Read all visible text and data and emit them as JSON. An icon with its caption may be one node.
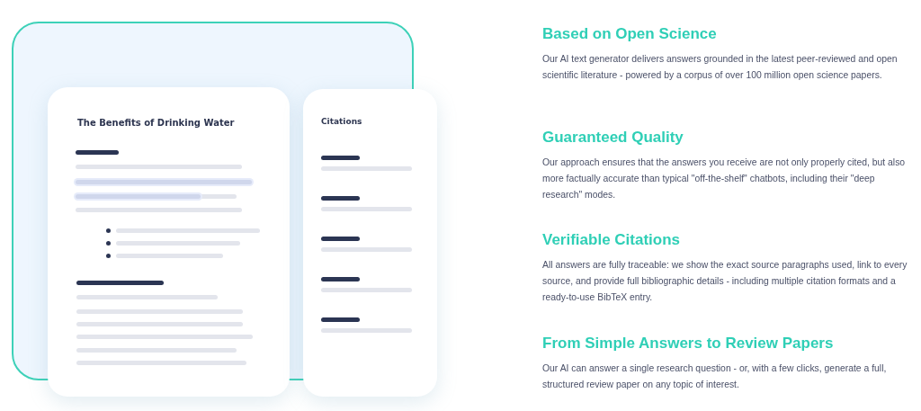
{
  "diagram": {
    "nodes": [
      {
        "text": [
          "The Benefits of Drinking Water"
        ]
      },
      {
        "text": [
          "Citations"
        ]
      }
    ],
    "labels": [
      "Based on Open Science",
      "Our AI text generator delivers answers grounded in the latest peer-reviewed and open scientific literature - powered by a corpus of over 100 million open science papers.",
      "Guaranteed Quality",
      "Our approach ensures that the answers you receive are not only properly cited, but also more factually accurate than typical \"off-the-shelf\" chatbots, including their \"deep research\" modes.",
      "Verifiable Citations",
      "All answers are fully traceable: we show the exact source paragraphs used, link to every source, and provide full bibliographic details - including multiple citation formats and a ready-to-use BibTeX entry.",
      "From Simple Answers to Review Papers",
      "Our AI can answer a single research question - or, with a few clicks, generate a full, structured review paper on any topic of interest."
    ]
  }
}
